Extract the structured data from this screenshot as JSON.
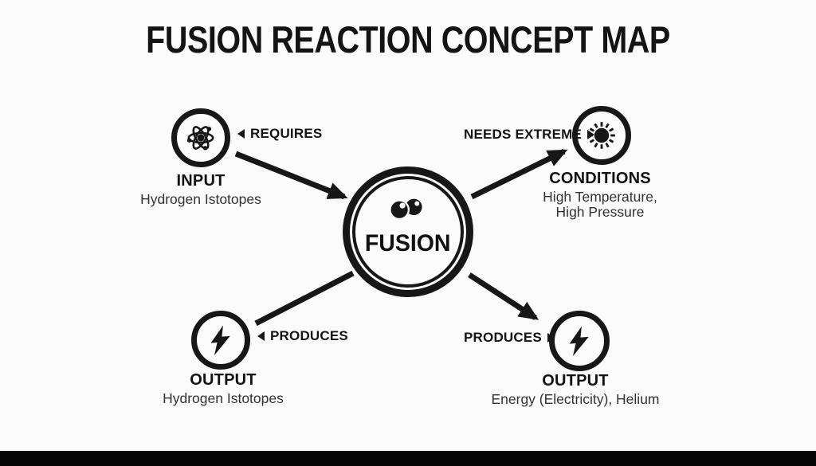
{
  "title": "FUSION REACTION CONCEPT MAP",
  "center": {
    "label": "FUSION",
    "icon": "fusing-nuclei-icon"
  },
  "nodes": {
    "input": {
      "icon": "atom-icon",
      "heading": "INPUT",
      "sub": "Hydrogen Istotopes"
    },
    "conditions": {
      "icon": "sun-icon",
      "heading": "CONDITIONS",
      "sub_line1": "High Temperature,",
      "sub_line2": "High Pressure"
    },
    "output_left": {
      "icon": "lightning-icon",
      "heading": "OUTPUT",
      "sub": "Hydrogen Istotopes"
    },
    "output_right": {
      "icon": "lightning-icon",
      "heading": "OUTPUT",
      "sub": "Energy (Electricity), Helium"
    }
  },
  "edges": {
    "requires": {
      "label": "REQUIRES",
      "arrow_direction": "left"
    },
    "needs_extreme": {
      "label": "NEEDS EXTREME",
      "arrow_direction": "right"
    },
    "produces_left": {
      "label": "PRODUCES",
      "arrow_direction": "left"
    },
    "produces_right": {
      "label": "PRODUCES",
      "arrow_direction": "right"
    }
  },
  "colors": {
    "ink": "#171717",
    "background": "#fbfbfb",
    "bottom_bar": "#050505"
  }
}
